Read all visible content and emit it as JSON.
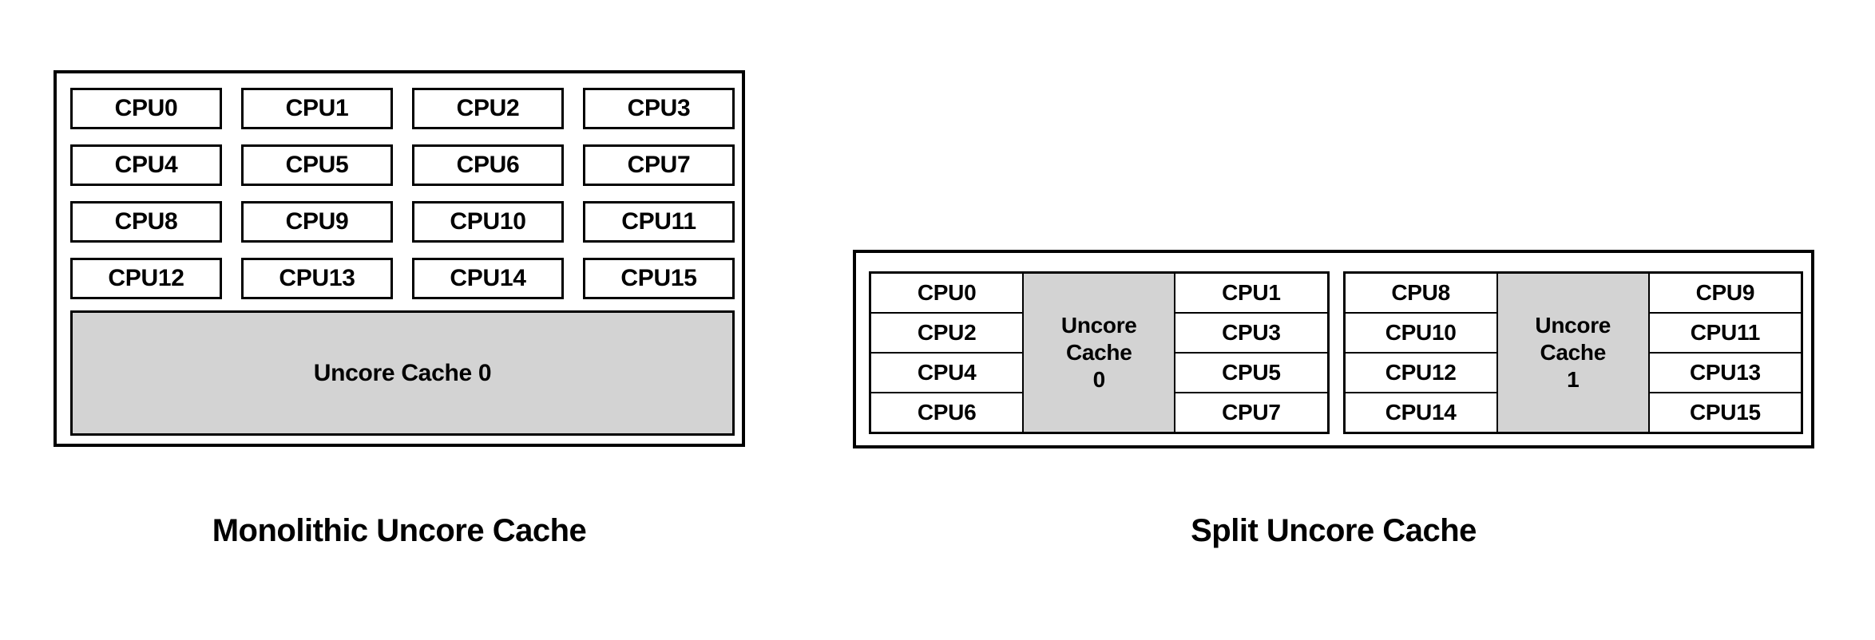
{
  "diagram": {
    "title_left": "Monolithic Uncore Cache",
    "title_right": "Split Uncore Cache",
    "colors": {
      "cache_fill": "#d3d3d3",
      "box_fill": "#ffffff",
      "stroke": "#000000",
      "background": "#ffffff"
    }
  },
  "monolithic": {
    "caption": "Monolithic Uncore Cache",
    "cpu_boxes": [
      {
        "label": "CPU0"
      },
      {
        "label": "CPU1"
      },
      {
        "label": "CPU2"
      },
      {
        "label": "CPU3"
      },
      {
        "label": "CPU4"
      },
      {
        "label": "CPU5"
      },
      {
        "label": "CPU6"
      },
      {
        "label": "CPU7"
      },
      {
        "label": "CPU8"
      },
      {
        "label": "CPU9"
      },
      {
        "label": "CPU10"
      },
      {
        "label": "CPU11"
      },
      {
        "label": "CPU12"
      },
      {
        "label": "CPU13"
      },
      {
        "label": "CPU14"
      },
      {
        "label": "CPU15"
      }
    ],
    "cache": {
      "label": "Uncore Cache 0"
    }
  },
  "split": {
    "caption": "Split Uncore Cache",
    "groups": [
      {
        "left_column": [
          {
            "label": "CPU0"
          },
          {
            "label": "CPU2"
          },
          {
            "label": "CPU4"
          },
          {
            "label": "CPU6"
          }
        ],
        "cache": {
          "label": "Uncore\nCache\n0"
        },
        "right_column": [
          {
            "label": "CPU1"
          },
          {
            "label": "CPU3"
          },
          {
            "label": "CPU5"
          },
          {
            "label": "CPU7"
          }
        ]
      },
      {
        "left_column": [
          {
            "label": "CPU8"
          },
          {
            "label": "CPU10"
          },
          {
            "label": "CPU12"
          },
          {
            "label": "CPU14"
          }
        ],
        "cache": {
          "label": "Uncore\nCache\n1"
        },
        "right_column": [
          {
            "label": "CPU9"
          },
          {
            "label": "CPU11"
          },
          {
            "label": "CPU13"
          },
          {
            "label": "CPU15"
          }
        ]
      }
    ]
  }
}
